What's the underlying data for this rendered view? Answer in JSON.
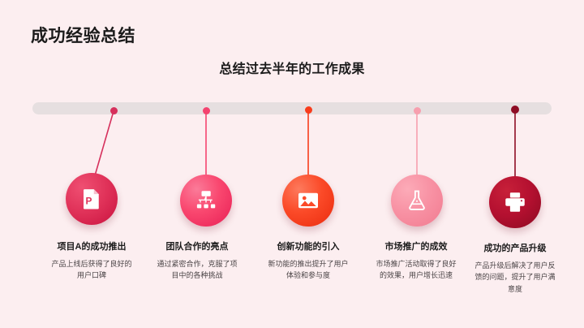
{
  "header": {
    "title": "成功经验总结",
    "subtitle": "总结过去半年的工作成果"
  },
  "colors": {
    "background": "#fceef0",
    "rail": "#e6dfe0",
    "title_text": "#1b1b1b",
    "desc_text": "#4a4446"
  },
  "timeline": {
    "items": [
      {
        "title": "项目A的成功推出",
        "description": "产品上线后获得了良好的用户口碑",
        "icon": "document-p-icon",
        "color_start": "#ef4f72",
        "color_end": "#d6214c",
        "dot_color": "#d6305c"
      },
      {
        "title": "团队合作的亮点",
        "description": "通过紧密合作，克服了项目中的各种挑战",
        "icon": "sitemap-icon",
        "color_start": "#fb5f86",
        "color_end": "#e81f55",
        "dot_color": "#f4436f"
      },
      {
        "title": "创新功能的引入",
        "description": "新功能的推出提升了用户体验和参与度",
        "icon": "image-icon",
        "color_start": "#fc5c3a",
        "color_end": "#f02f12",
        "dot_color": "#f83c1c"
      },
      {
        "title": "市场推广的成效",
        "description": "市场推广活动取得了良好的效果，用户增长迅速",
        "icon": "flask-icon",
        "color_start": "#fa96a6",
        "color_end": "#f2798e",
        "dot_color": "#f79fae"
      },
      {
        "title": "成功的产品升级",
        "description": "产品升级后解决了用户反馈的问题，提升了用户满意度",
        "icon": "printer-icon",
        "color_start": "#c01530",
        "color_end": "#8c0a22",
        "dot_color": "#8e0c24"
      }
    ]
  }
}
